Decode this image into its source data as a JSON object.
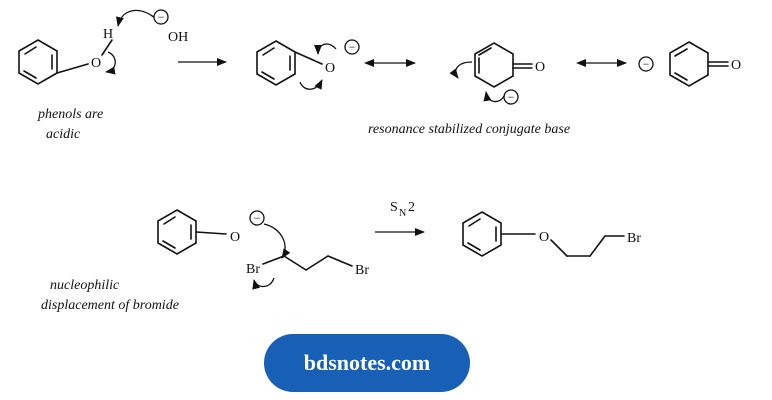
{
  "reaction1": {
    "labels": {
      "h_atom": "H",
      "o_phenol": "O",
      "hydroxide": "OH",
      "o_phenoxide": "O",
      "o_ketone_1": "O",
      "o_ketone_2": "O",
      "charge": "−"
    },
    "captions": {
      "phenols_line1": "phenols are",
      "phenols_line2": "acidic",
      "resonance": "resonance stabilized conjugate base"
    }
  },
  "reaction2": {
    "labels": {
      "o_phenoxide": "O",
      "br_left": "Br",
      "br_right": "Br",
      "o_ether": "O",
      "br_product": "Br",
      "reagent_s": "S",
      "reagent_n": "N",
      "reagent_2": "2",
      "charge": "−"
    },
    "captions": {
      "nucleophilic_line1": "nucleophilic",
      "nucleophilic_line2": "displacement of bromide"
    }
  },
  "watermark": {
    "text": "bdsnotes.com",
    "color": "#1760b5"
  }
}
